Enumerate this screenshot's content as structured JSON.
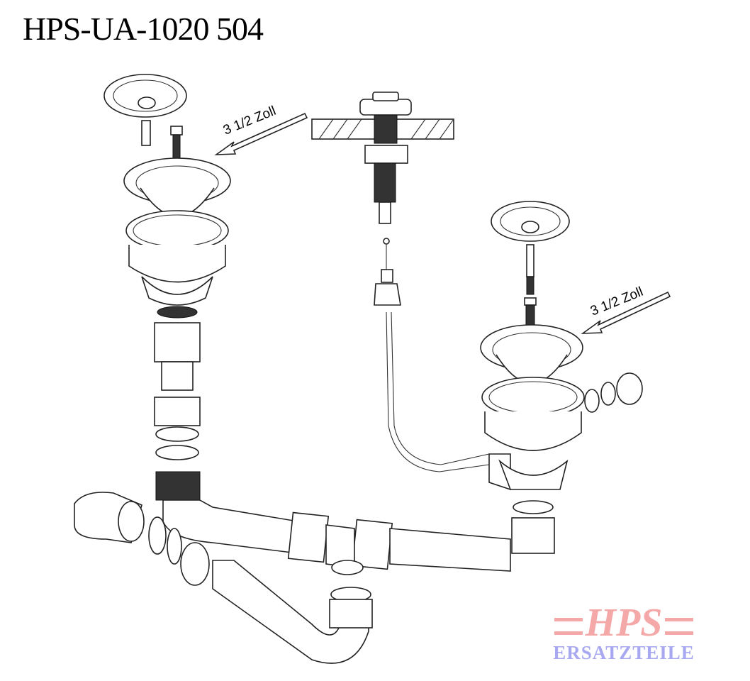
{
  "title": "HPS-UA-1020 504",
  "labels": {
    "left_size": "3 1/2 Zoll",
    "right_size": "3 1/2 Zoll"
  },
  "logo": {
    "brand": "HPS",
    "subtitle": "ERSATZTEILE",
    "brand_color": "#f4a8a8",
    "subtitle_color": "#a8a8f0"
  }
}
